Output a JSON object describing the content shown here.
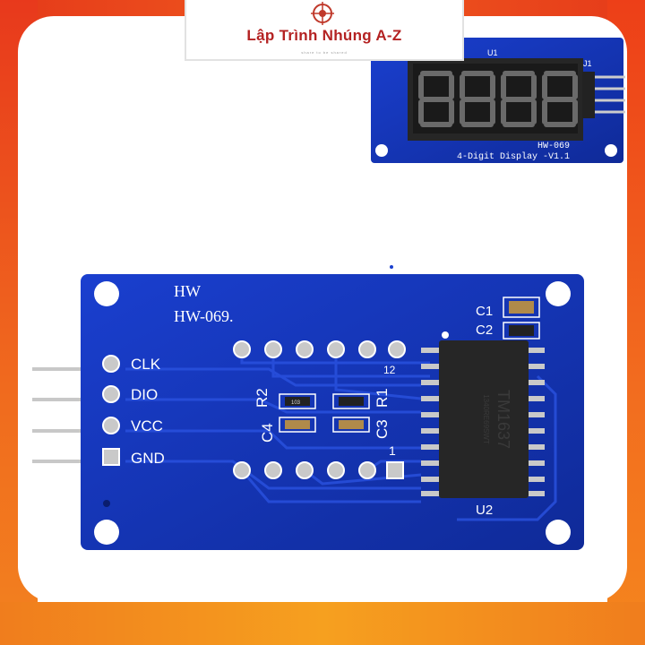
{
  "brand": {
    "title": "Lập Trình Nhúng A-Z",
    "tagline": "share to be shared"
  },
  "small_board": {
    "label_u1": "U1",
    "label_j1": "J1",
    "model": "HW-069",
    "caption": "4-Digit Display -V1.1"
  },
  "large_board": {
    "label_hw": "HW",
    "label_model": "HW-069.",
    "pin_labels": [
      "CLK",
      "DIO",
      "VCC",
      "GND"
    ],
    "label_c1": "C1",
    "label_c2": "C2",
    "label_r2": "R2",
    "label_r1": "R1",
    "label_c4": "C4",
    "label_c3": "C3",
    "label_12": "12",
    "label_1": "1",
    "label_u2": "U2",
    "chip_marking": "TM1637",
    "chip_code": "1340RE69SWT",
    "resistor_code": "103"
  },
  "colors": {
    "pcb": "#1432b4",
    "pcb_dark": "#0e2386",
    "frame": "#f05a1e",
    "silkscreen": "#ffffff"
  }
}
